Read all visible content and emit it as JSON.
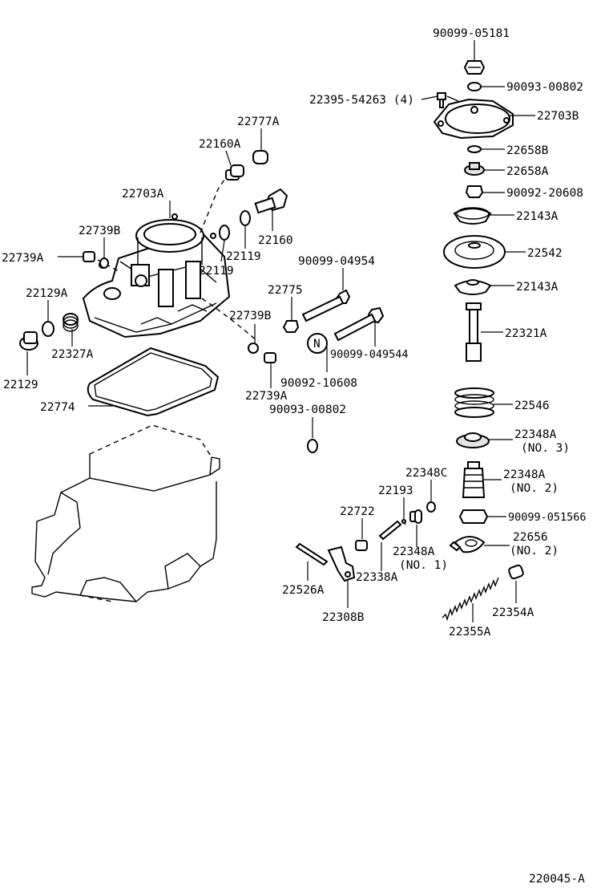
{
  "diagram_id": "220045-A",
  "labels": {
    "p90099_05181": "90099-05181",
    "p90093_00802a": "90093-00802",
    "p22395": "22395-54263 (4)",
    "p22703B": "22703B",
    "p22658B": "22658B",
    "p22658A": "22658A",
    "p90092_20608": "90092-20608",
    "p22143A_1": "22143A",
    "p22542": "22542",
    "p22143A_2": "22143A",
    "p22321A": "22321A",
    "p22546": "22546",
    "p22348A_3": "22348A",
    "p22348A_3_note": "(NO. 3)",
    "p22348A_2": "22348A",
    "p22348A_2_note": "(NO. 2)",
    "p22348C": "22348C",
    "p22193": "22193",
    "p90099_051566": "90099-051566",
    "p22656": "22656",
    "p22656_note": "(NO. 2)",
    "p22722": "22722",
    "p22348A_1": "22348A",
    "p22348A_1_note": "(NO. 1)",
    "p22338A": "22338A",
    "p22526A": "22526A",
    "p22308B": "22308B",
    "p22354A": "22354A",
    "p22355A": "22355A",
    "p22777A": "22777A",
    "p22160A": "22160A",
    "p22703A": "22703A",
    "p22739B_1": "22739B",
    "p22739A_1": "22739A",
    "p22119_1": "22119",
    "p22119_2": "22119",
    "p22160": "22160",
    "p90099_04954": "90099-04954",
    "p22775": "22775",
    "p22739B_2": "22739B",
    "p22129A": "22129A",
    "p22327A": "22327A",
    "p22129": "22129",
    "n_mark": "N",
    "p90099_049544": "90099-049544",
    "p90092_10608": "90092-10608",
    "p22739A_2": "22739A",
    "p90093_00802b": "90093-00802",
    "p22774": "22774"
  }
}
